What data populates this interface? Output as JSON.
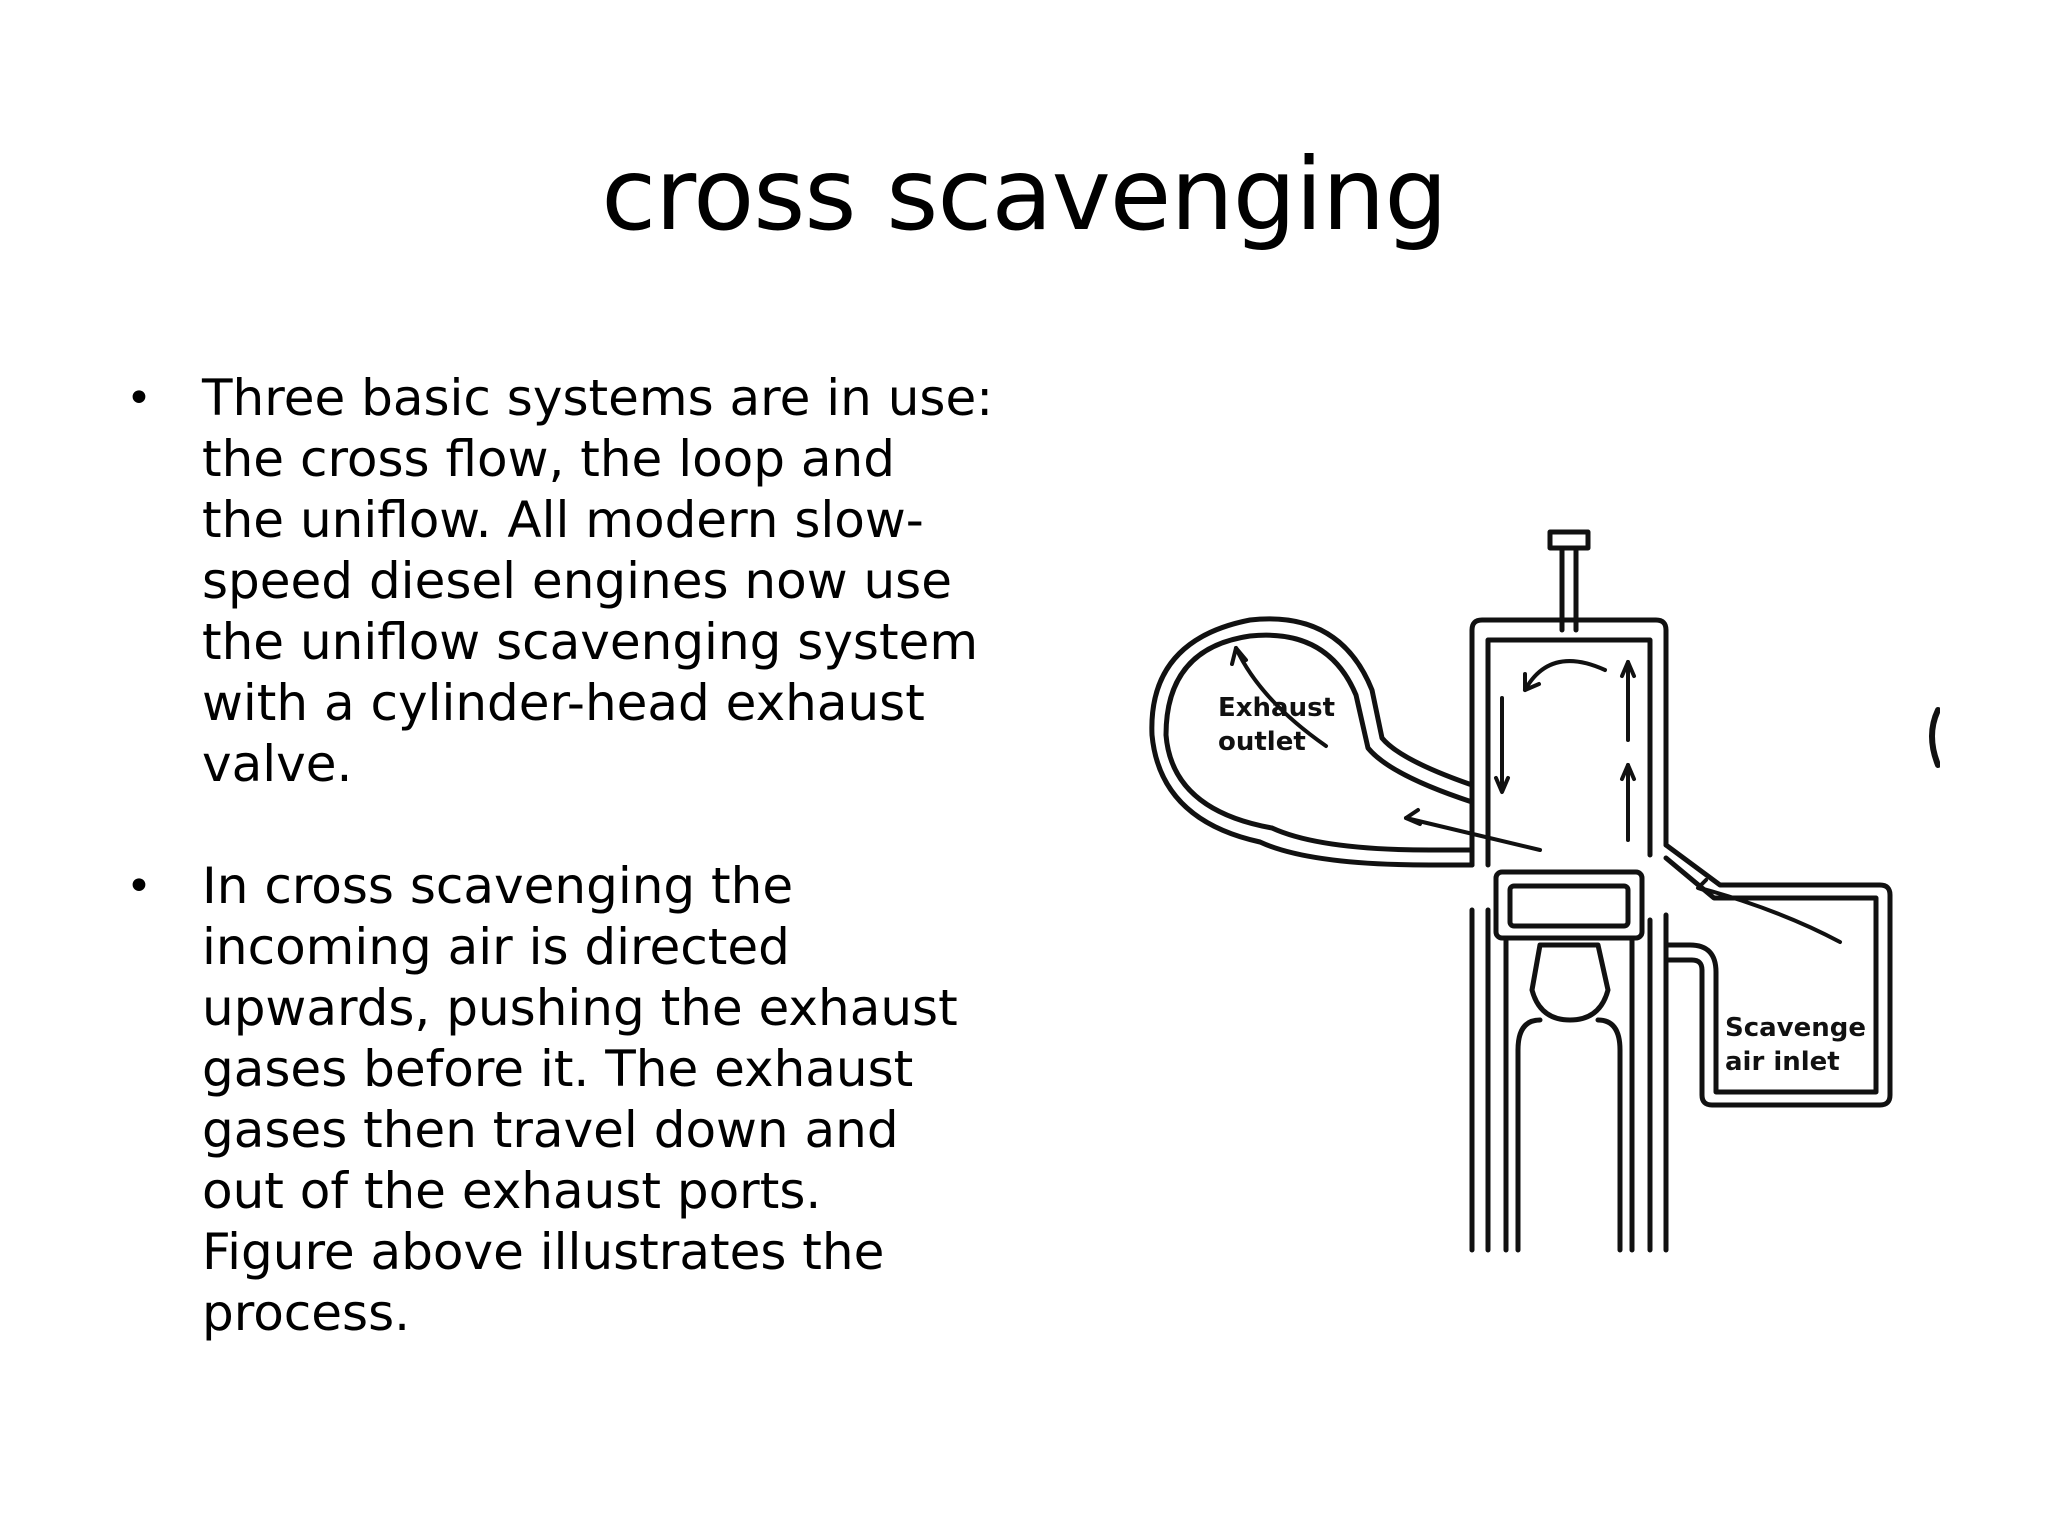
{
  "title": "cross scavenging",
  "bullets": [
    {
      "marker": "•",
      "lines": [
        "Three basic systems are in use:",
        "the cross flow, the loop and",
        "the uniflow. All modern slow-",
        "speed diesel engines now use",
        "the uniflow scavenging system",
        "with a cylinder-head exhaust",
        "valve."
      ]
    },
    {
      "marker": "•",
      "lines": [
        "In cross scavenging the",
        "incoming air is directed",
        "upwards, pushing the exhaust",
        "gases before it. The exhaust",
        "gases then travel down and",
        "out of the exhaust ports.",
        "Figure above illustrates the",
        "process."
      ]
    }
  ],
  "diagram": {
    "exhaust_label_1": "Exhaust",
    "exhaust_label_2": "outlet",
    "scavenge_label_1": "Scavenge",
    "scavenge_label_2": "air inlet",
    "line_color": "#111111"
  }
}
